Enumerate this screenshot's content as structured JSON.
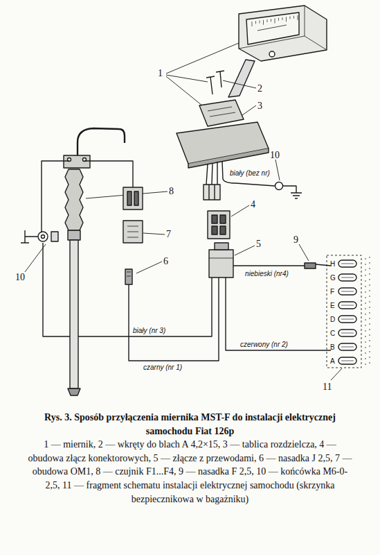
{
  "diagram": {
    "title": "Rys. 3. Sposób przyłączenia miernika MST-F do instalacji elektrycznej samochodu Fiat 126p",
    "caption": "1 — miernik, 2 — wkręty do blach A 4,2×15, 3 — tablica rozdzielcza, 4 — obudowa złącz konektorowych, 5 — złącze z przewodami, 6 — nasadka J 2,5, 7 — obudowa OM1, 8 — czujnik F1...F4, 9 — nasadka F 2,5, 10 — końcówka M6-0-2,5, 11 — fragment schematu instalacji elektrycznej samochodu (skrzynka bezpiecznikowa w bagażniku)",
    "labels": [
      "1",
      "2",
      "3",
      "biały (bez nr)",
      "10",
      "4",
      "8",
      "5",
      "9",
      "niebieski (nr4)",
      "7",
      "6",
      "10",
      "biały (nr 3)",
      "czarny (nr 1)",
      "czerwony (nr 2)",
      "H",
      "G",
      "F",
      "E",
      "D",
      "C",
      "B",
      "A",
      "11"
    ]
  }
}
